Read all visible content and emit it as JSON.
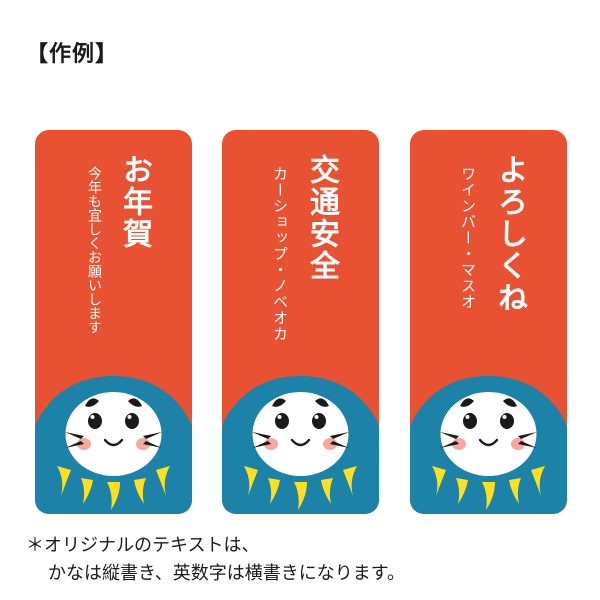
{
  "header": "【作例】",
  "colors": {
    "card_red": "#E85232",
    "body_blue": "#1C82A8",
    "face_white": "#FFFFFF",
    "beard_yellow": "#FFE01A",
    "cheek_pink": "#F5A7A0",
    "ink": "#1A1A1A"
  },
  "cards": [
    {
      "title": "お年賀",
      "subtitle": "今年も宜しくお願いします"
    },
    {
      "title": "交通安全",
      "subtitle": "カーショップ・ノベオカ"
    },
    {
      "title": "よろしくね",
      "subtitle": "ワインバー・マスオ"
    }
  ],
  "note": {
    "line1": "＊オリジナルのテキストは、",
    "line2": "かなは縦書き、英数字は横書きになります。"
  }
}
